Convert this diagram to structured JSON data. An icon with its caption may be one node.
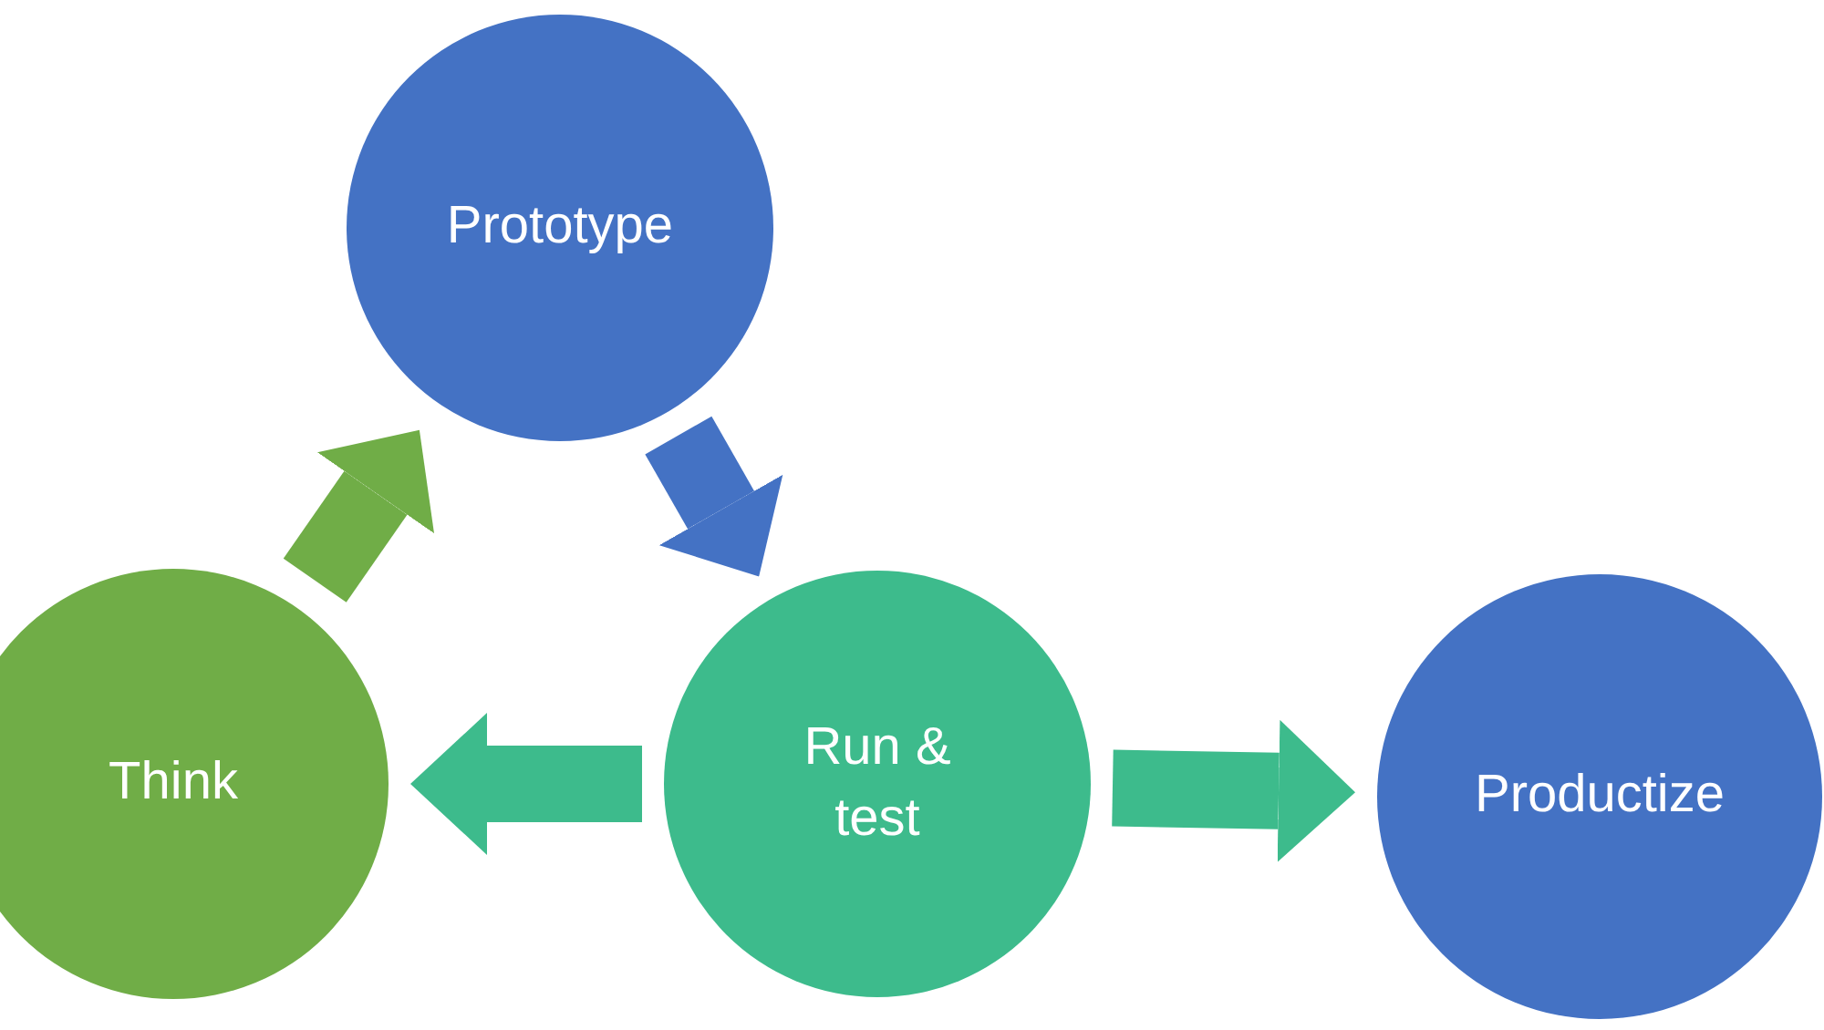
{
  "diagram": {
    "nodes": [
      {
        "text": [
          "Prototype"
        ]
      },
      {
        "text": [
          "Think"
        ]
      },
      {
        "text": [
          "Run & test"
        ]
      },
      {
        "text": [
          "Productize"
        ]
      }
    ],
    "edges": [
      {
        "from": 1,
        "to": 0,
        "arrow": "to",
        "color": "#70ad47"
      },
      {
        "from": 0,
        "to": 2,
        "arrow": "to",
        "color": "#4472c4"
      },
      {
        "from": 2,
        "to": 1,
        "arrow": "to",
        "color": "#3dbb8c"
      },
      {
        "from": 2,
        "to": 3,
        "arrow": "to",
        "color": "#3dbb8c"
      }
    ]
  }
}
